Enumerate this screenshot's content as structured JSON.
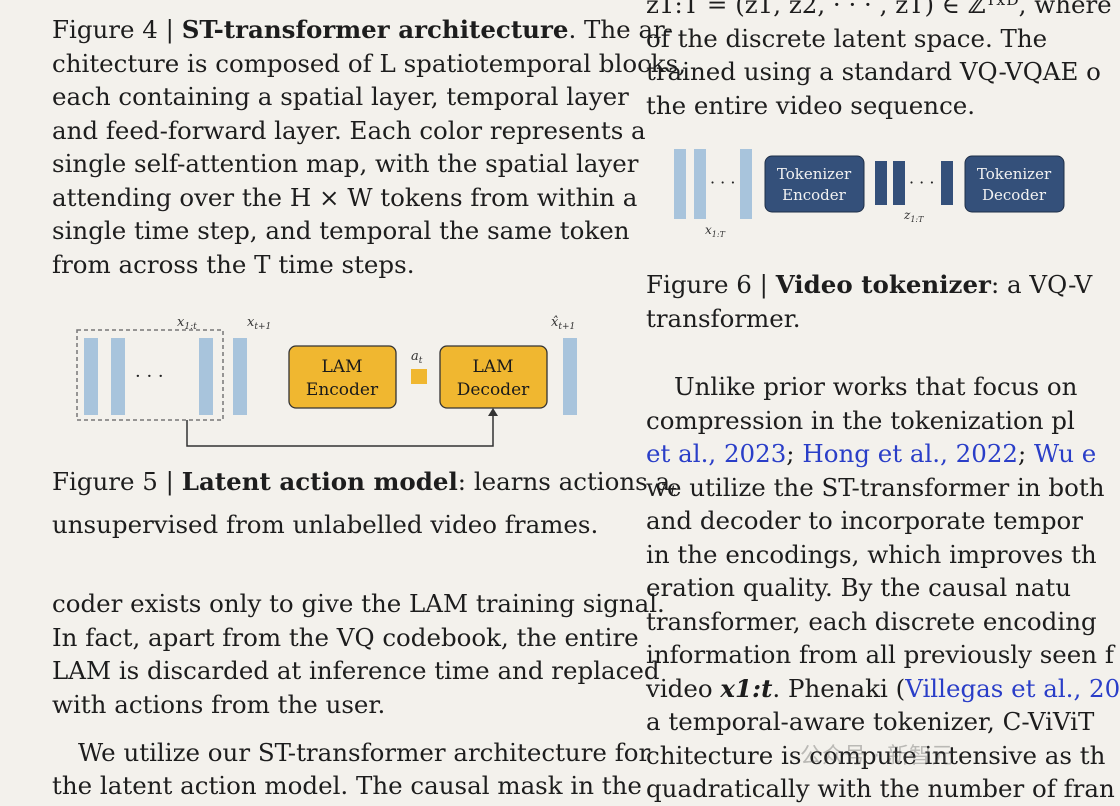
{
  "left": {
    "fig4_caption": [
      [
        "Figure 4 | ",
        "ST-transformer architecture",
        ". The ar-"
      ],
      "chitecture is composed of L spatiotemporal blocks,",
      "each containing a spatial layer, temporal layer",
      "and feed-forward layer. Each color represents a",
      "single self-attention map, with the spatial layer",
      "attending over the H × W tokens from within a",
      "single time step, and temporal the same token",
      "from across the T time steps."
    ],
    "fig5": {
      "label_x": "x1:t",
      "label_xt1": "xt+1",
      "label_xhat": "x̂t+1",
      "encoder": [
        "LAM",
        "Encoder"
      ],
      "decoder": [
        "LAM",
        "Decoder"
      ],
      "action": "at",
      "dots": "· · ·"
    },
    "fig5_caption": {
      "line1_prefix": "Figure 5 | ",
      "line1_bold": "Latent action model",
      "line1_rest": ": learns actions a",
      "line1_sub": "t",
      "line2": "unsupervised from unlabelled video frames."
    },
    "body": [
      "coder exists only to give the LAM training signal.",
      "In fact, apart from the VQ codebook, the entire",
      "LAM is discarded at inference time and replaced",
      "with actions from the user.",
      "We utilize our ST-transformer architecture for",
      "the latent action model. The causal mask in the"
    ]
  },
  "right": {
    "top_lines": [
      "z1:T = (z1, z2, · · · , zT) ∈ ℤᵀˣᴰ, where",
      "of the discrete latent space.  The",
      "trained using a standard VQ-VQAE o",
      "the entire video sequence."
    ],
    "fig6": {
      "enc": [
        "Tokenizer",
        "Encoder"
      ],
      "dec": [
        "Tokenizer",
        "Decoder"
      ],
      "label_x": "x1:T",
      "label_z": "z1:T",
      "dots": "· · ·"
    },
    "fig6_caption": {
      "prefix": "Figure 6 | ",
      "bold": "Video tokenizer",
      "rest": ": a VQ-V",
      "line2": "transformer."
    },
    "body": [
      [
        "Unlike prior works that focus on"
      ],
      [
        "compression in the tokenization pl"
      ],
      [
        "et al., 2023",
        "; ",
        "Hong et al., 2022",
        "; ",
        "Wu e"
      ],
      [
        "we utilize the ST-transformer in both"
      ],
      [
        "and decoder to incorporate tempor"
      ],
      [
        "in the encodings, which improves th"
      ],
      [
        "eration quality. By the causal natu"
      ],
      [
        "transformer, each discrete encoding"
      ],
      [
        "information from all previously seen f"
      ],
      [
        "video ",
        "x1:t",
        ". Phenaki (",
        "Villegas et al., 20"
      ],
      [
        "a temporal-aware tokenizer, C-ViViT"
      ],
      [
        "chitecture is compute intensive as th"
      ],
      [
        "quadratically with the number of fran"
      ]
    ]
  },
  "watermark": "公众号 · 新智元",
  "colors": {
    "frame": "#a8c4dc",
    "frame_dark": "#2e4a6e",
    "lam_box": "#f0b730",
    "tok_box": "#34507a",
    "link": "#2a3ec8"
  }
}
